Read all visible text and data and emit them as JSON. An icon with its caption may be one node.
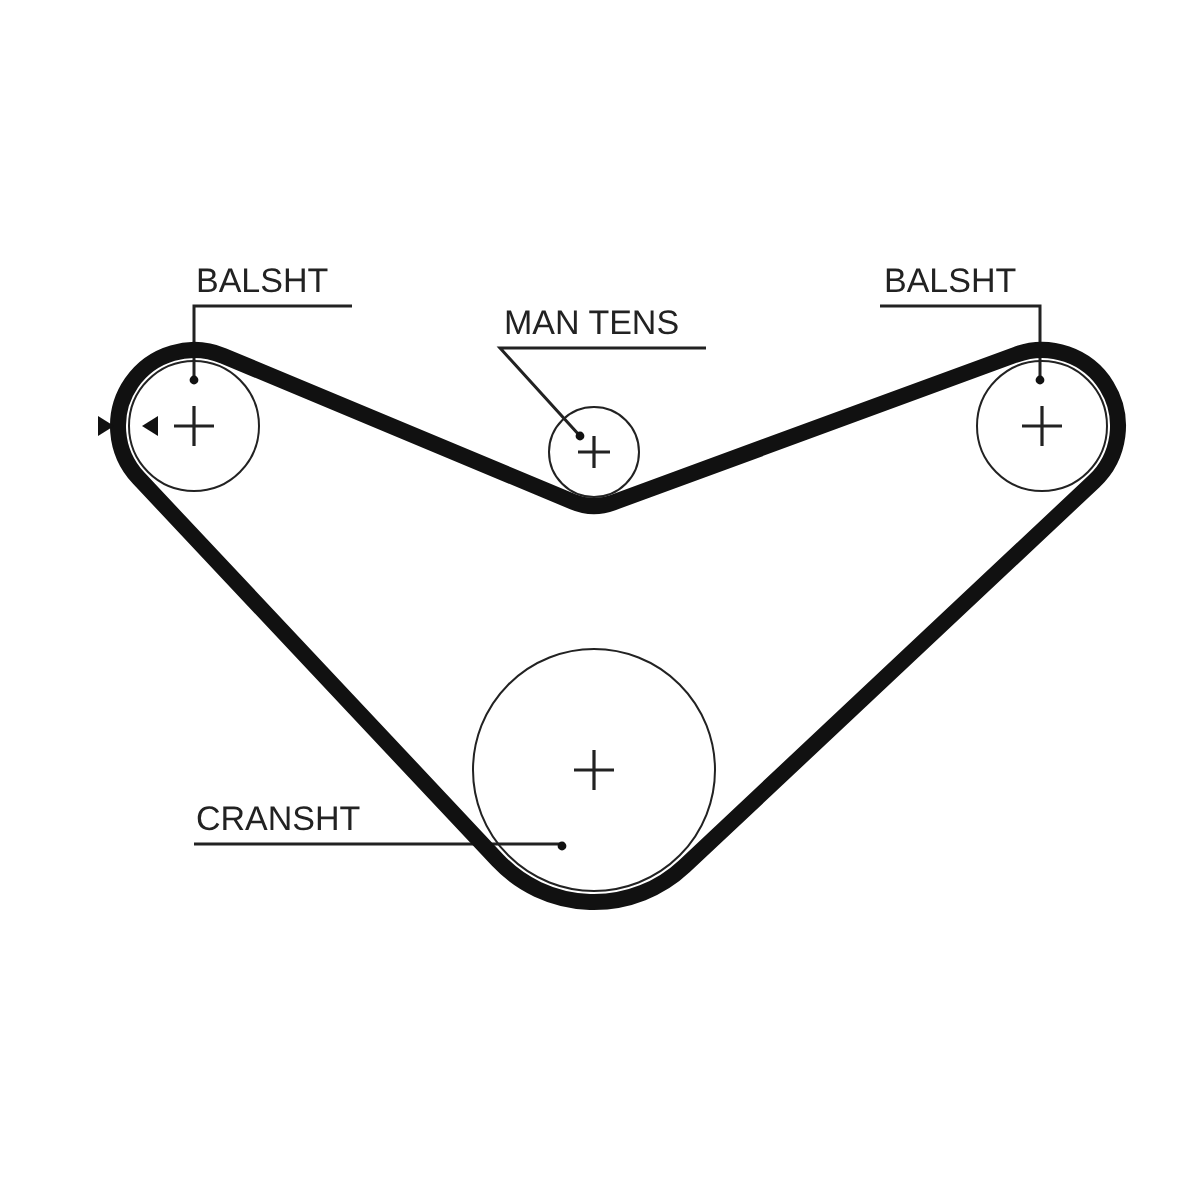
{
  "diagram": {
    "nodes": [
      {
        "text": [
          "BALSHT"
        ]
      },
      {
        "text": [
          "MAN TENS"
        ]
      },
      {
        "text": [
          "BALSHT"
        ]
      },
      {
        "text": [
          "CRANSHT"
        ]
      },
      {
        "text": [],
        "shape": "circle"
      },
      {
        "text": [],
        "shape": "circle"
      },
      {
        "text": [],
        "shape": "circle"
      },
      {
        "text": [],
        "shape": "circle"
      }
    ],
    "edges": [
      {
        "from": 0,
        "to": 4,
        "arrow": "other"
      },
      {
        "from": 1,
        "to": 5,
        "arrow": "other"
      },
      {
        "from": 2,
        "to": 6,
        "arrow": "other"
      },
      {
        "from": 3,
        "to": 7,
        "arrow": "other"
      }
    ]
  }
}
